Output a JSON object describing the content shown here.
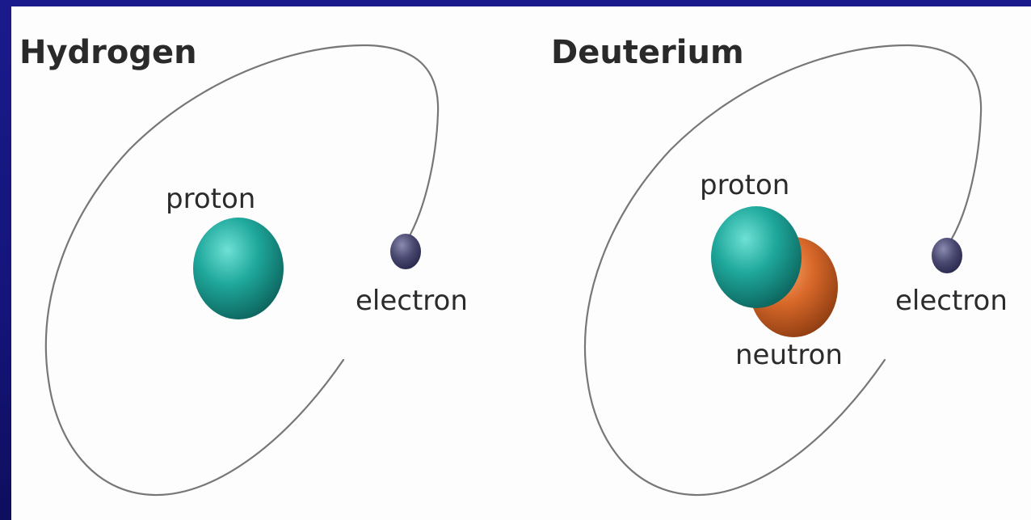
{
  "atoms": [
    {
      "title": "Hydrogen",
      "labels": {
        "proton": "proton",
        "electron": "electron"
      }
    },
    {
      "title": "Deuterium",
      "labels": {
        "proton": "proton",
        "neutron": "neutron",
        "electron": "electron"
      }
    }
  ],
  "colors": {
    "background": "#14147a",
    "panel": "#fdfdfd",
    "proton": "#1fa89c",
    "neutron": "#d9692a",
    "electron": "#4a4a72",
    "orbit": "#777777"
  }
}
